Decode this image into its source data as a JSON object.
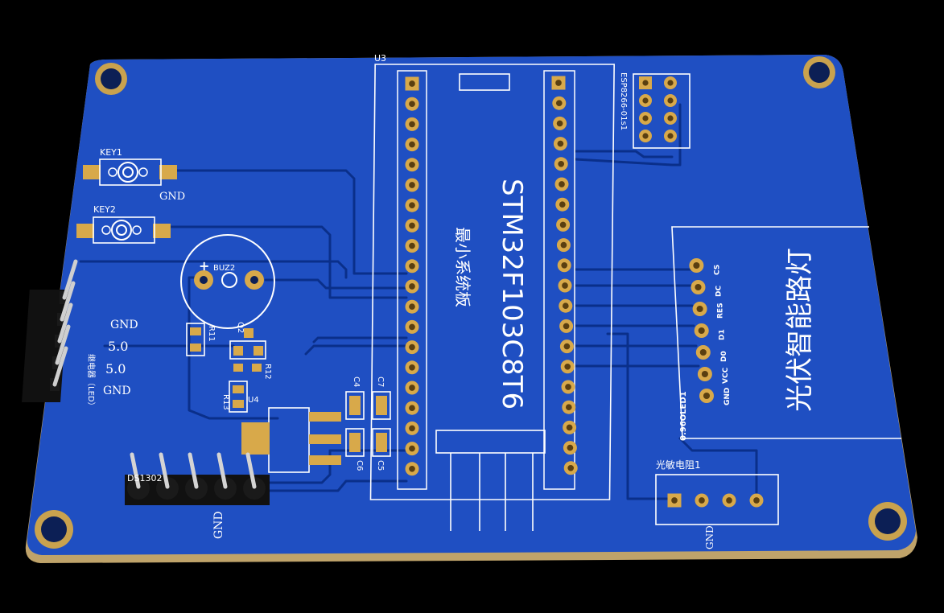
{
  "colors": {
    "background": "#000000",
    "board": "#1f4fc2",
    "board_edge": "#bfa36a",
    "copper": "#d8a94a",
    "silk": "#ffffff",
    "trace": "#0a2f8a"
  },
  "labels": {
    "mcu_designator": "U3",
    "mcu_part": "STM32F103C8T6",
    "mcu_desc": "最小系统板",
    "esp_label": "ESP8266-01s1",
    "key1": "KEY1",
    "key2": "KEY2",
    "key_gnd": "GND",
    "buzzer": "BUZ2",
    "buzzer_plus": "+",
    "r11": "R11",
    "q2": "Q2",
    "r12": "R12",
    "r13": "R13",
    "u4": "U4",
    "c4": "C4",
    "c7": "C7",
    "c6": "C6",
    "c5": "C5",
    "relay_gnd_top": "GND",
    "relay_50_a": "5.0",
    "relay_50_b": "5.0",
    "relay_gnd_bottom": "GND",
    "relay_name": "继电器（LED）",
    "header_label": "DS1302",
    "header_gnd": "GND",
    "oled_pins": [
      "GND",
      "VCC",
      "D0",
      "D1",
      "RES",
      "DC",
      "CS"
    ],
    "oled_name": "0.96OLED1",
    "oled_title": "光伏智能路灯",
    "ldr_label": "光敏电阻1",
    "ldr_gnd": "GND"
  }
}
